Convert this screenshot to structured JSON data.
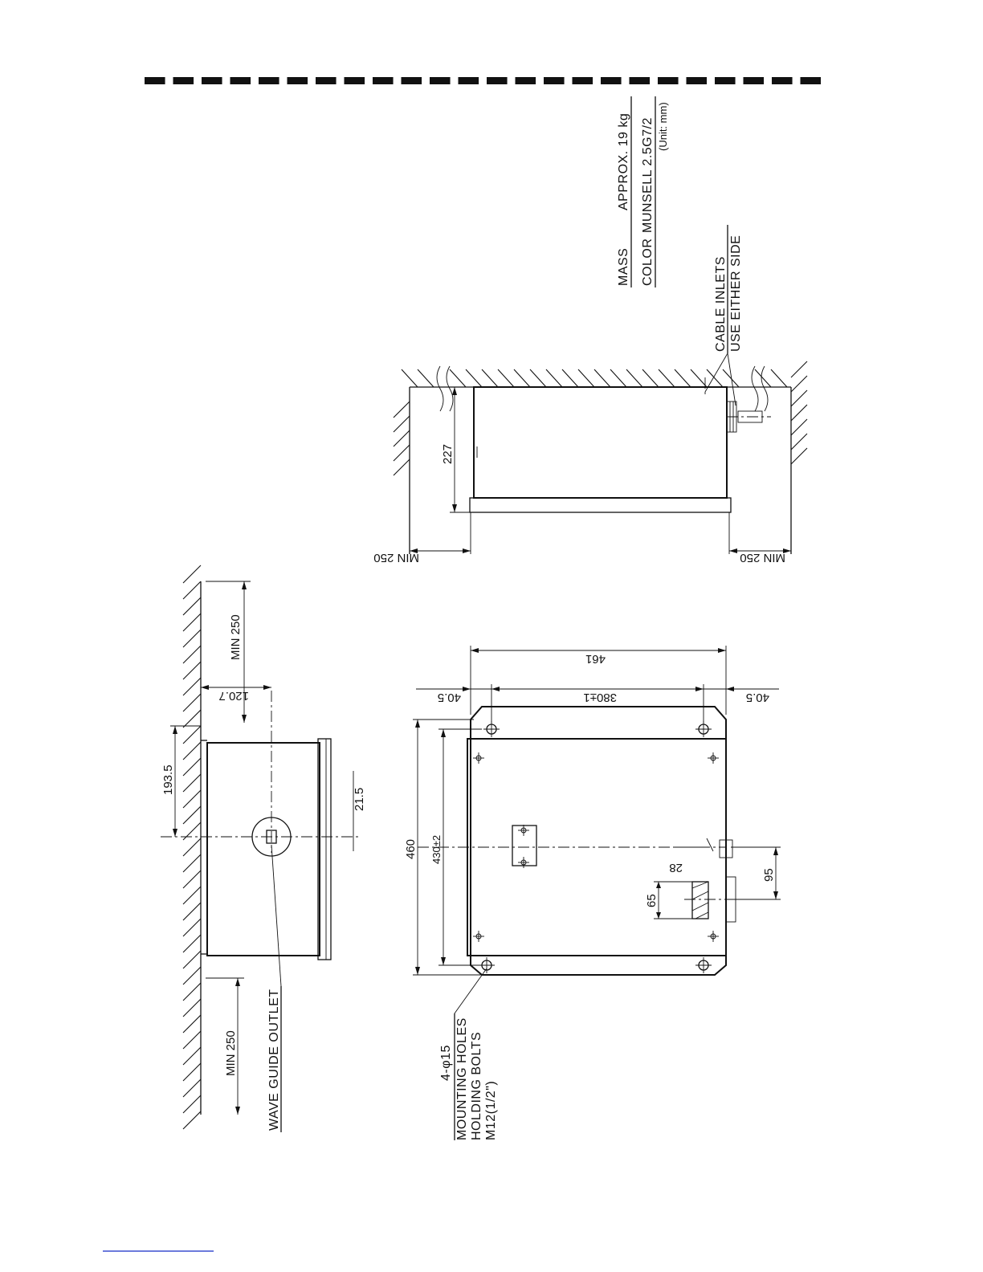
{
  "header": {
    "dash_color": "#111111",
    "dash_count": 24
  },
  "spec": {
    "mass_label": "MASS",
    "mass_value": "APPROX. 19 kg",
    "color_label": "COLOR",
    "color_value": "MUNSELL 2.5G7/2",
    "unit": "(Unit: mm)"
  },
  "labels": {
    "cable_inlets": "CABLE INLETS",
    "use_either_side": "USE EITHER SIDE",
    "wave_guide_outlet": "WAVE GUIDE OUTLET",
    "mounting_holes_count": "4-φ15",
    "mounting_holes": "MOUNTING HOLES",
    "holding_bolts": "HOLDING BOLTS",
    "bolt_size": "M12(1/2\")"
  },
  "dimensions": {
    "side_depth": "227",
    "side_min_left": "MIN 250",
    "side_min_right": "MIN 250",
    "front_width_total": "461",
    "front_margin_left": "40.5",
    "front_hole_pitch": "380±1",
    "front_margin_right": "40.5",
    "front_height_total": "460",
    "front_hole_height": "430±2",
    "front_cable_offset": "95",
    "front_slot_offset": "28",
    "front_slot_height": "65",
    "top_min_upper": "MIN 250",
    "top_offset": "120.7",
    "top_depth": "193.5",
    "top_outlet_offset": "21.5",
    "top_min_lower": "MIN 250"
  }
}
